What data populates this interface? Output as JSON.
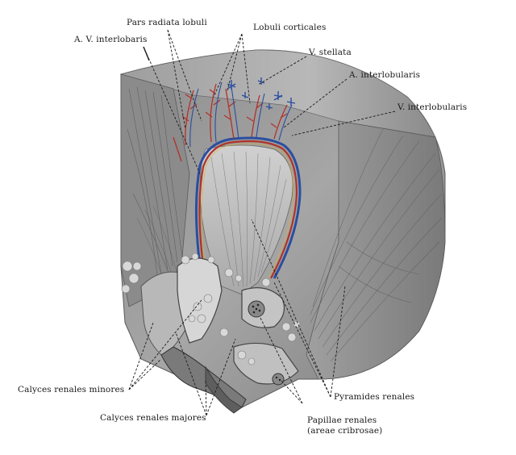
{
  "labels": {
    "pars_radiata_lobuli": "Pars radiata lobuli",
    "lobuli_corticales": "Lobuli corticales",
    "av_interlobaris": "A. V. interlobaris",
    "v_stellata": "V. stellata",
    "a_interlobularis": "A. interlobularis",
    "v_interlobularis": "V. interlobularis",
    "calyces_renales_minores": "Calyces renales minores",
    "calyces_renales_majores": "Calyces renales majores",
    "pyramides_renales": "Pyramides renales",
    "papillae_renales_line1": "Papillae renales",
    "papillae_renales_line2": "(areae cribrosae)"
  },
  "colors": {
    "artery": "#b0322a",
    "vein": "#2a4ea0",
    "tissue_dark": "#6f6f6f",
    "tissue_mid": "#9a9a9a",
    "tissue_light": "#c9c9c9",
    "leader_line": "#1a1a1a"
  }
}
